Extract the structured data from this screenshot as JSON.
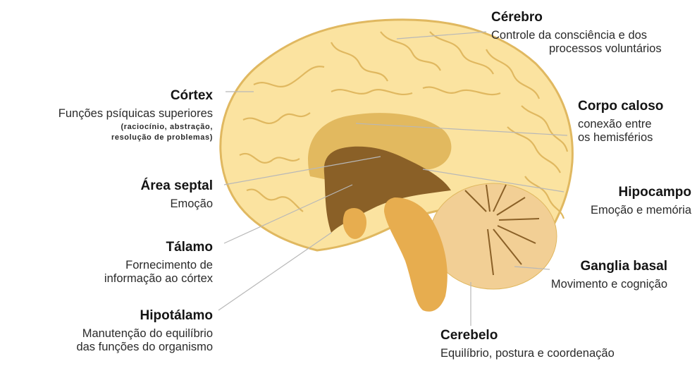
{
  "labels": {
    "cerebro": {
      "title": "Cérebro",
      "desc1": "Controle da consciência e dos",
      "desc2": "processos voluntários"
    },
    "cortex": {
      "title": "Córtex",
      "desc1": "Funções psíquicas superiores",
      "sub1": "(raciocínio, abstração,",
      "sub2": "resolução de problemas)"
    },
    "corpo": {
      "title": "Corpo caloso",
      "desc1": "conexão entre",
      "desc2": "os hemisférios"
    },
    "septal": {
      "title": "Área septal",
      "desc1": "Emoção"
    },
    "hipocampo": {
      "title": "Hipocampo",
      "desc1": "Emoção e memória"
    },
    "talamo": {
      "title": "Tálamo",
      "desc1": "Fornecimento de",
      "desc2": "informação ao córtex"
    },
    "ganglia": {
      "title": "Ganglia basal",
      "desc1": "Movimento e cognição"
    },
    "hipotalamo": {
      "title": "Hipotálamo",
      "desc1": "Manutenção do equilíbrio",
      "desc2": "das funções do organismo"
    },
    "cerebelo": {
      "title": "Cerebelo",
      "desc1": "Equilíbrio, postura e coordenação"
    }
  },
  "colors": {
    "brain_fill": "#fbe3a0",
    "brain_stroke": "#e0b860",
    "corpus": "#e2b95f",
    "deep": "#8a6027",
    "cerebellum": "#f2cf95",
    "stem": "#e7ad4f",
    "leader": "#b8b8b8"
  }
}
